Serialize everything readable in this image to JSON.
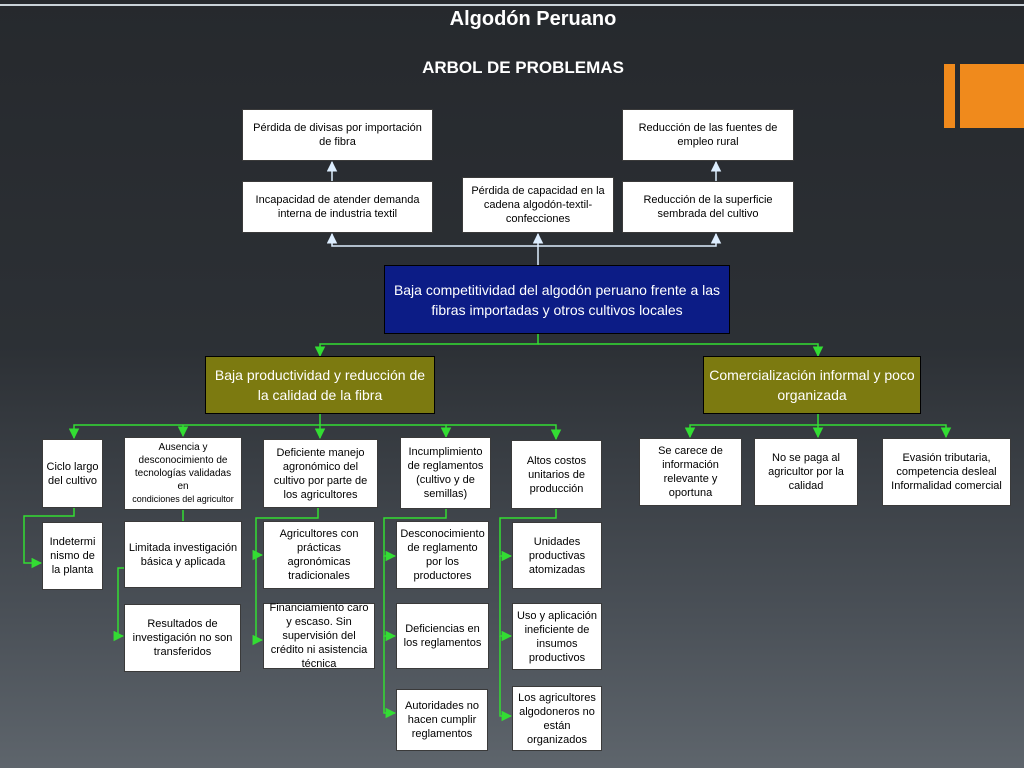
{
  "title": "Algodón Peruano",
  "subtitle": "ARBOL DE PROBLEMAS",
  "colors": {
    "background": "#2b2f33",
    "core_fill": "#0c1c86",
    "branch_fill": "#7c7a10",
    "connector": "#33dd33",
    "effect_arrow": "#ddeeff",
    "accent": "#f08a1c"
  },
  "effects": {
    "perdida_divisas": "Pérdida de divisas por importación de fibra",
    "reduccion_empleo": "Reducción de las fuentes de empleo rural",
    "incapacidad_demanda": "Incapacidad de atender demanda interna de industria textil",
    "perdida_capacidad": "Pérdida de capacidad en la cadena algodón-textil-confecciones",
    "reduccion_superficie": "Reducción de la superficie sembrada del cultivo"
  },
  "core_problem": "Baja competitividad del algodón peruano frente a las fibras importadas y otros cultivos locales",
  "branches": {
    "productividad": "Baja productividad y reducción de la calidad de la fibra",
    "comercializacion": "Comercialización informal y poco organizada"
  },
  "causes": {
    "ciclo_largo": "Ciclo largo del cultivo",
    "ausencia_tecnologias_line1": "Ausencia y desconocimiento de tecnologías validadas en",
    "ausencia_tecnologias_line2": "condiciones del agricultor",
    "deficiente_manejo": "Deficiente manejo agronómico del cultivo por parte de los agricultores",
    "incumplimiento": "Incumplimiento de reglamentos (cultivo y de semillas)",
    "altos_costos": "Altos costos unitarios de producción",
    "carece_informacion": "Se carece de información relevante y oportuna",
    "no_se_paga": "No se paga al agricultor por la calidad",
    "evasion": "Evasión tributaria, competencia desleal Informalidad comercial"
  },
  "subcauses": {
    "indeterminismo": "Indetermi nismo de la planta",
    "limitada_investigacion": "Limitada investigación básica y aplicada",
    "resultados_investigacion": "Resultados de investigación no son transferidos",
    "practicas_tradicionales": "Agricultores con prácticas agronómicas tradicionales",
    "financiamiento": "Financiamiento caro y escaso. Sin supervisión del crédito ni asistencia técnica",
    "desconocimiento_reglamento": "Desconocimiento de reglamento por los productores",
    "deficiencias_reglamentos": "Deficiencias en los reglamentos",
    "autoridades": "Autoridades no hacen cumplir reglamentos",
    "unidades_atomizadas": "Unidades productivas atomizadas",
    "uso_insumos": "Uso y aplicación ineficiente de insumos productivos",
    "no_organizados": "Los agricultores algodoneros no están organizados"
  }
}
